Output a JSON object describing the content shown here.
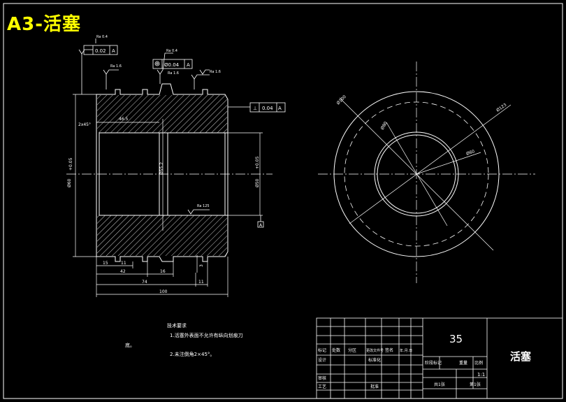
{
  "title": "A3-活塞",
  "drawing_name": "活塞",
  "material": "35",
  "scale": "1:1",
  "sheets": "共1张",
  "sheet_no": "第1张",
  "tech_req": {
    "heading": "技术要求",
    "items": [
      "1.活塞外表面不允许有纵向划痕刀",
      "2.未注倒角2×45°。"
    ],
    "left_mark": "底。"
  },
  "annotations": {
    "ra1": "Ra 0.4",
    "ra2": "Ra 0.4",
    "ra3": "Ra 1.6",
    "ra4": "Ra 1.6",
    "ra5": "Ra 1.6",
    "ra6": "Ra 125",
    "tol1": "0.02",
    "tol1_datum": "A",
    "tol2": "Ø0.04",
    "tol2_datum": "A",
    "tol3": "0.04",
    "tol3_datum": "A",
    "datum_a": "A"
  },
  "dimensions": {
    "d1": "46.5",
    "d2": "2x45°",
    "d3": "Ø55.2",
    "d4": "Ø50",
    "d5": "Ø60",
    "d6": "15",
    "d7": "11",
    "d8": "42",
    "d9": "16",
    "d10": "74",
    "d11": "11",
    "d12": "100",
    "d13": "3",
    "d14": "Ø100",
    "d15": "Ø80",
    "d16": "Ø60",
    "d17": "Ø123"
  },
  "title_block": {
    "r1": [
      "标记",
      "处数",
      "分区",
      "更改文件号",
      "签名",
      "年.月.日"
    ],
    "r2": [
      "设计",
      "",
      "",
      "标准化",
      "",
      ""
    ],
    "r3": [
      "审核",
      "工艺",
      "批准"
    ],
    "headers": [
      "阶段标记",
      "重量",
      "比例"
    ]
  }
}
